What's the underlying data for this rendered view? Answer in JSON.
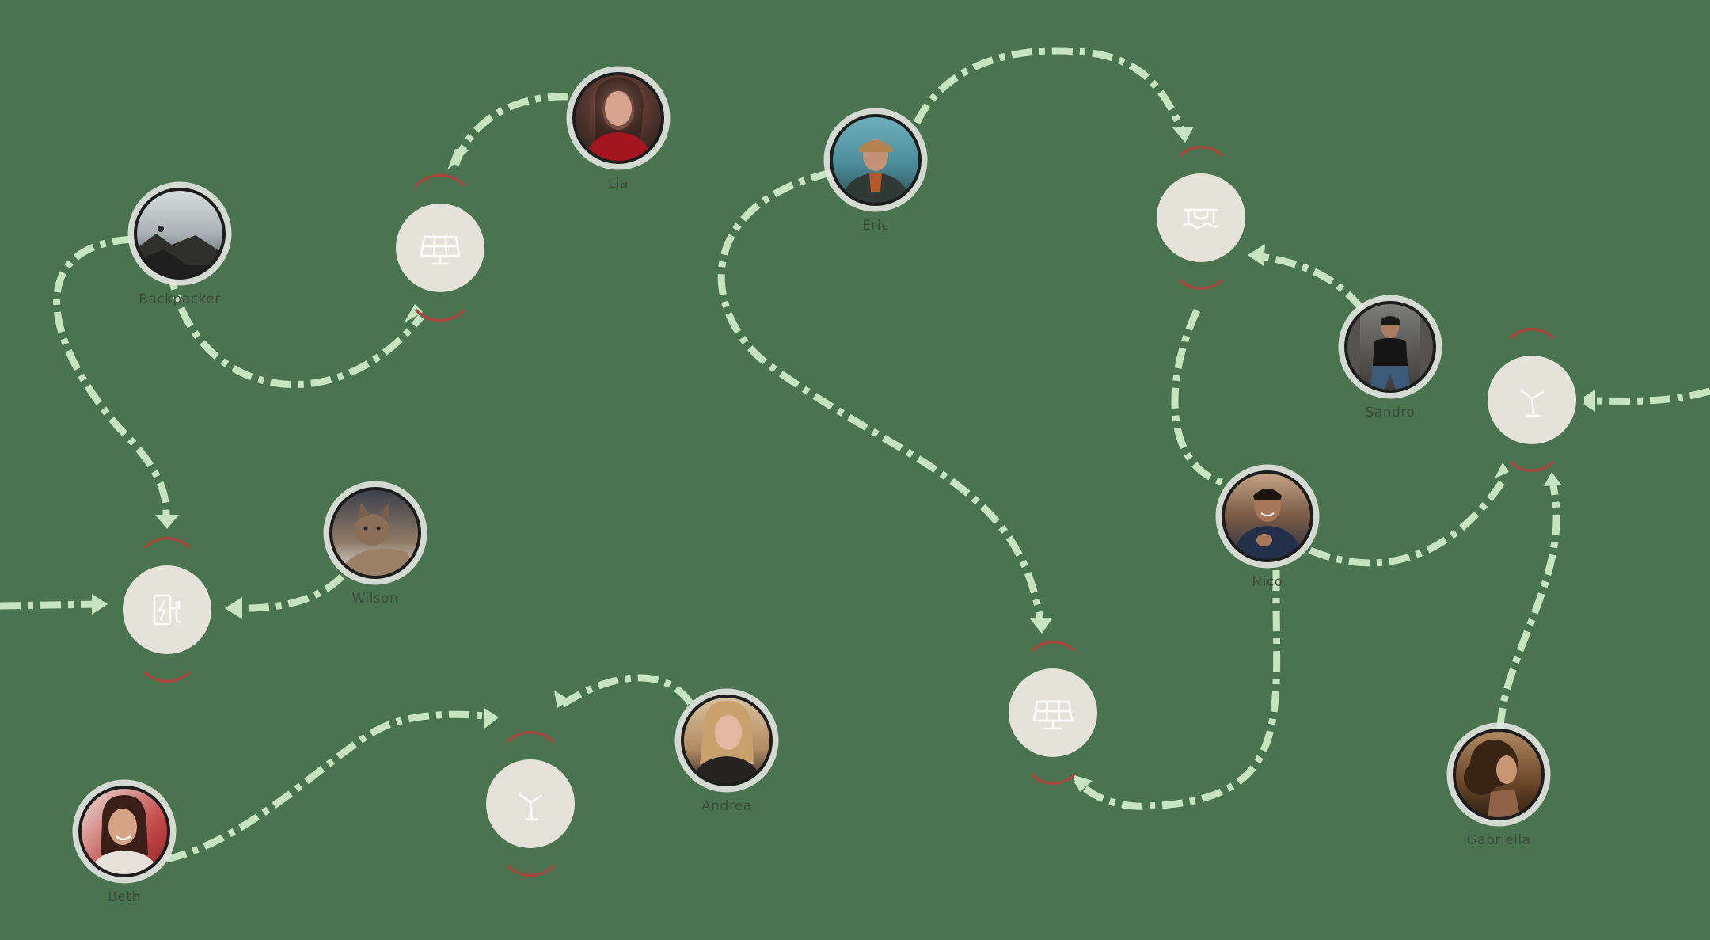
{
  "colors": {
    "background": "#4a7450",
    "connector": "#c6e4c0",
    "node_fill": "#e5e2d9",
    "node_arc": "#a8453e",
    "label_text": "#3e4a3c"
  },
  "people": [
    {
      "id": "p-lia",
      "label": "Lia",
      "photo": "woman-red-top"
    },
    {
      "id": "p-hiker",
      "label": "Backpacker",
      "photo": "cliff-landscape"
    },
    {
      "id": "p-eric",
      "label": "Eric",
      "photo": "man-cap-jacket"
    },
    {
      "id": "p-seated",
      "label": "Sandro",
      "photo": "man-seated"
    },
    {
      "id": "p-kitten",
      "label": "Wilson",
      "photo": "tabby-cat"
    },
    {
      "id": "p-smile",
      "label": "Nico",
      "photo": "man-laughing"
    },
    {
      "id": "p-blonde",
      "label": "Andrea",
      "photo": "blonde-woman"
    },
    {
      "id": "p-curly",
      "label": "Gabriella",
      "photo": "curly-hair-woman"
    },
    {
      "id": "p-bottom",
      "label": "Beth",
      "photo": "smiling-woman"
    }
  ],
  "resources": [
    {
      "id": "r-solar-1",
      "icon": "solar-panel-icon"
    },
    {
      "id": "r-bridge",
      "icon": "hydro-dam-icon"
    },
    {
      "id": "r-wind-1",
      "icon": "wind-turbine-icon"
    },
    {
      "id": "r-charger",
      "icon": "ev-charger-icon"
    },
    {
      "id": "r-solar-2",
      "icon": "solar-panel-icon"
    },
    {
      "id": "r-wind-2",
      "icon": "wind-turbine-icon"
    }
  ]
}
